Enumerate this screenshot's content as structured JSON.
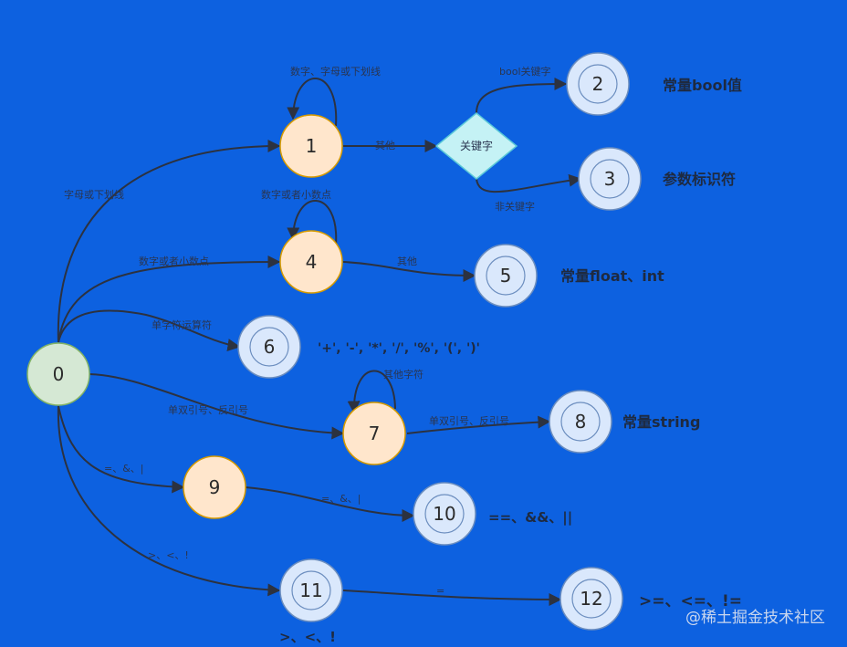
{
  "nodes": {
    "n0": "0",
    "n1": "1",
    "n2": "2",
    "n3": "3",
    "n4": "4",
    "n5": "5",
    "n6": "6",
    "n7": "7",
    "n8": "8",
    "n9": "9",
    "n10": "10",
    "n11": "11",
    "n12": "12",
    "decision": "关键字"
  },
  "edges": {
    "e0_1": "字母或下划线",
    "e1_self": "数字、字母或下划线",
    "e1_dec": "其他",
    "dec_2": "bool关键字",
    "dec_3": "非关键字",
    "e0_4": "数字或者小数点",
    "e4_self": "数字或者小数点",
    "e4_5": "其他",
    "e0_6": "单字符运算符",
    "e0_7": "单双引号、反引号",
    "e7_self": "其他字符",
    "e7_8": "单双引号、反引号",
    "e0_9": "=、&、|",
    "e9_10": "=、&、|",
    "e0_11": ">、<、!",
    "e11_12": "="
  },
  "states": {
    "s2": "常量bool值",
    "s3": "参数标识符",
    "s5": "常量float、int",
    "s6": "'+', '-', '*', '/', '%', '(', ')'",
    "s8": "常量string",
    "s10": "==、&&、||",
    "s11": ">、<、!",
    "s12": ">=、<=、!="
  },
  "watermark": "@稀土掘金技术社区",
  "colors": {
    "background": "#0d61e0",
    "start_fill": "#d5e8d4",
    "start_stroke": "#82b366",
    "mid_fill": "#ffe6cc",
    "mid_stroke": "#d79b00",
    "accept_fill": "#dae8fc",
    "accept_stroke": "#6c8ebf",
    "decision_fill": "#c5f2f5",
    "decision_stroke": "#5bc8d8",
    "edge": "#2c3240"
  }
}
